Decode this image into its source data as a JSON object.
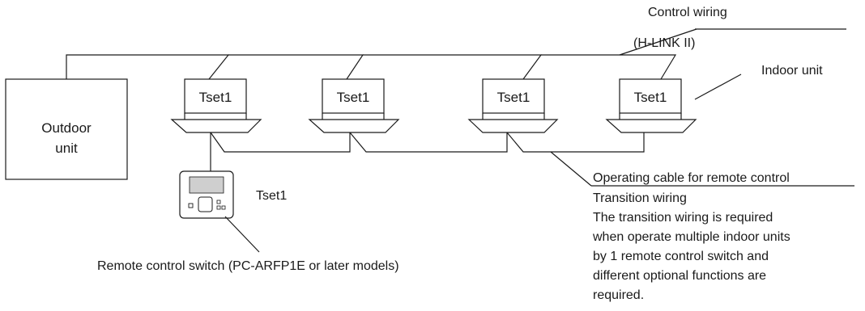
{
  "labels": {
    "control_wiring": "Control wiring",
    "hlink": "(H-LINK II)",
    "indoor_unit": "Indoor unit",
    "outdoor_unit_line1": "Outdoor",
    "outdoor_unit_line2": "unit",
    "indoor_tset": [
      "Tset1",
      "Tset1",
      "Tset1",
      "Tset1"
    ],
    "remote_tset": "Tset1",
    "operating_cable": "Operating cable for remote control",
    "transition_wiring": "Transition wiring",
    "transition_note": [
      "The transition wiring is required",
      "when operate multiple indoor units",
      "by 1 remote control switch and",
      "different optional functions are",
      "required."
    ],
    "remote_switch": "Remote control switch (PC-ARFP1E or later models)"
  }
}
